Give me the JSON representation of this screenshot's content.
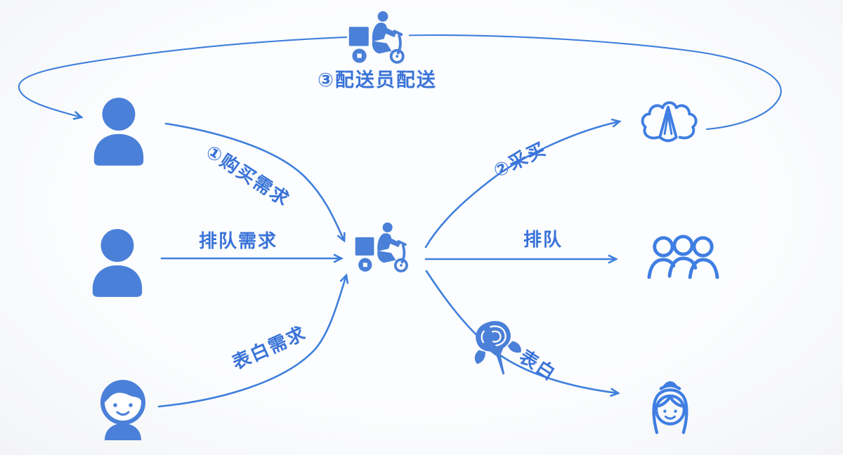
{
  "palette": {
    "background": "#fbfcfd",
    "line": "#3e7fdc",
    "filled_icon": "#4a80d8",
    "outline_icon": "#3f7ee2",
    "text": "#3a73d8"
  },
  "flow": {
    "delivery_label": "③配送员配送",
    "center_node": "courier-on-scooter",
    "top_node": "courier-on-scooter",
    "left": [
      {
        "id": "buy-demand",
        "label": "①购买需求",
        "actor": "person"
      },
      {
        "id": "queue-demand",
        "label": "排队需求",
        "actor": "person"
      },
      {
        "id": "confess-demand",
        "label": "表白需求",
        "actor": "boy-face"
      }
    ],
    "right": [
      {
        "id": "buy",
        "label": "②采买",
        "target": "cabbage"
      },
      {
        "id": "queue",
        "label": "排队",
        "target": "crowd-of-people"
      },
      {
        "id": "confess",
        "label": "表白",
        "target": "girl-face",
        "extra_icon": "rose"
      }
    ]
  }
}
